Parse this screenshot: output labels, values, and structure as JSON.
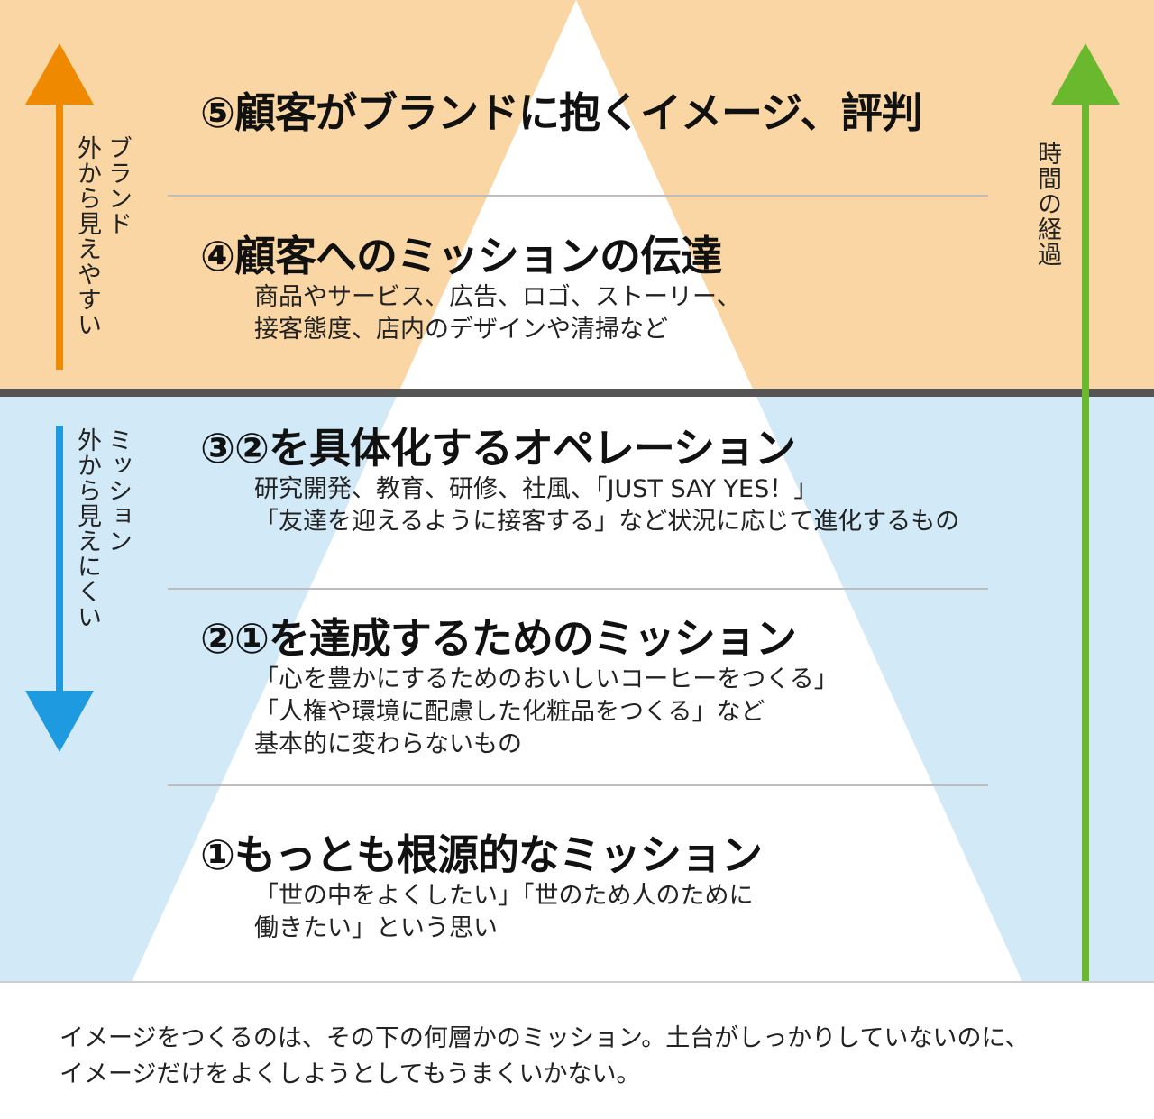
{
  "colors": {
    "top_band": "#f9d6a3",
    "bottom_band": "#d2e9f8",
    "pyramid": "#ffffff",
    "divider": "#555555",
    "orange_arrow": "#ef8a00",
    "blue_arrow": "#1e9ae0",
    "green_arrow": "#6ab82e"
  },
  "layers": [
    {
      "title": "⑤顧客がブランドに抱くイメージ、評判",
      "desc": []
    },
    {
      "title": "④顧客へのミッションの伝達",
      "desc": [
        "商品やサービス、広告、ロゴ、ストーリー、",
        "接客態度、店内のデザインや清掃など"
      ]
    },
    {
      "title": "③②を具体化するオペレーション",
      "desc": [
        "研究開発、教育、研修、社風、「JUST SAY YES！」",
        "「友達を迎えるように接客する」など状況に応じて進化するもの"
      ]
    },
    {
      "title": "②①を達成するためのミッション",
      "desc": [
        "「心を豊かにするためのおいしいコーヒーをつくる」",
        "「人権や環境に配慮した化粧品をつくる」など",
        "基本的に変わらないもの"
      ]
    },
    {
      "title": "①もっとも根源的なミッション",
      "desc": [
        "「世の中をよくしたい」「世のため人のために",
        "働きたい」という思い"
      ]
    }
  ],
  "left_top": {
    "line1": "ブランド",
    "line2": "外から見えやすい",
    "arrow_icon": "arrow-up-icon"
  },
  "left_bottom": {
    "line1": "ミッション",
    "line2": "外から見えにくい",
    "arrow_icon": "arrow-down-icon"
  },
  "right": {
    "label": "時間の経過",
    "arrow_icon": "arrow-up-icon"
  },
  "footer": {
    "line1": "イメージをつくるのは、その下の何層かのミッション。土台がしっかりしていないのに、",
    "line2": "イメージだけをよくしようとしてもうまくいかない。"
  }
}
